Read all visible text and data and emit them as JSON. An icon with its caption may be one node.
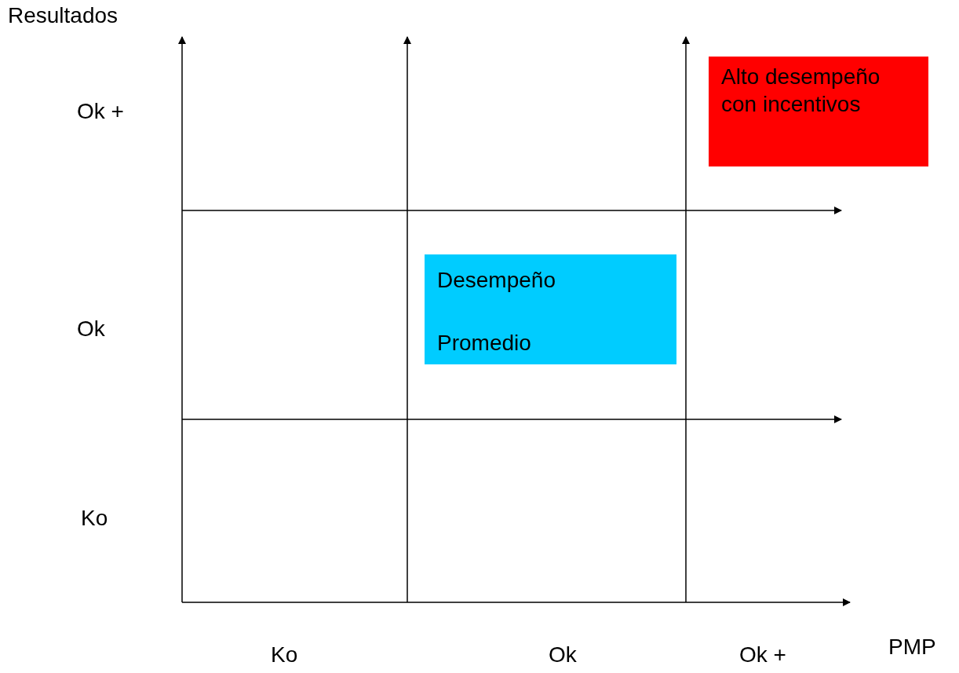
{
  "diagram": {
    "nodes": [
      {
        "text": [
          "Alto desempeño con incentivos"
        ]
      },
      {
        "text": [
          "Desempeño",
          "Promedio"
        ]
      }
    ],
    "edges": [],
    "labels": [
      "Resultados",
      "Ok +",
      "Ok",
      "Ko",
      "Ko",
      "Ok",
      "Ok +",
      "PMP"
    ]
  }
}
